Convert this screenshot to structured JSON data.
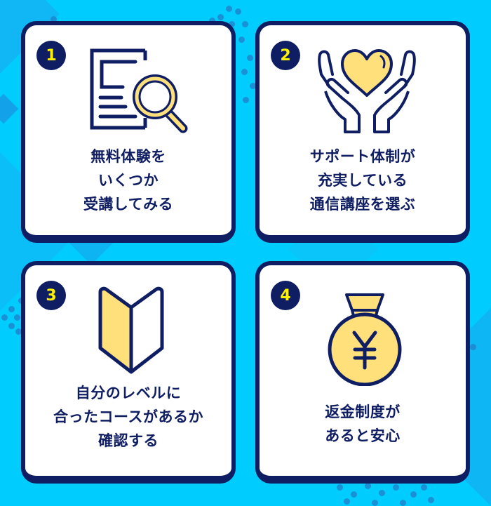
{
  "colors": {
    "background": "#00cdfd",
    "card_border": "#0f1d62",
    "card_fill": "#ffffff",
    "badge_fill": "#0f1d62",
    "badge_text": "#fff200",
    "icon_accent": "#ffe07a",
    "text": "#0f1d62"
  },
  "cards": [
    {
      "number": "1",
      "icon": "document-magnifier-icon",
      "lines": [
        "無料体験を",
        "いくつか",
        "受講してみる"
      ]
    },
    {
      "number": "2",
      "icon": "hands-heart-icon",
      "lines": [
        "サポート体制が",
        "充実している",
        "通信講座を選ぶ"
      ]
    },
    {
      "number": "3",
      "icon": "beginner-mark-icon",
      "lines": [
        "自分のレベルに",
        "合ったコースがあるか",
        "確認する"
      ]
    },
    {
      "number": "4",
      "icon": "yen-money-bag-icon",
      "lines": [
        "返金制度が",
        "あると安心"
      ]
    }
  ]
}
